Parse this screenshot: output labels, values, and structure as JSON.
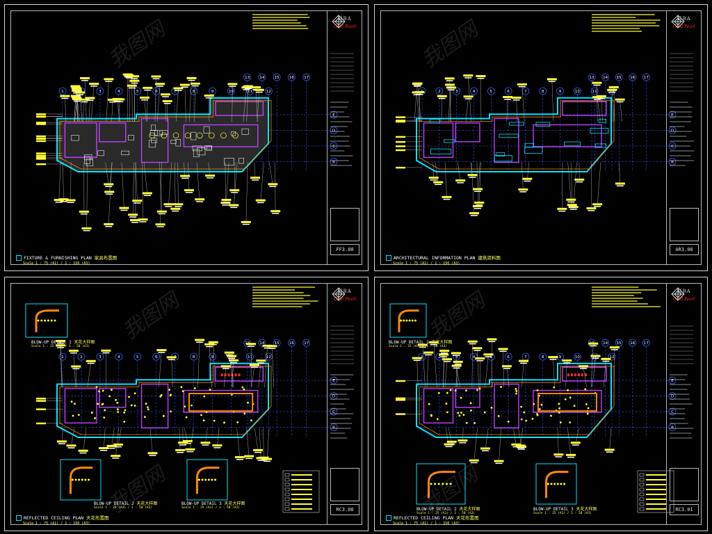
{
  "sheets": [
    {
      "id": "ff300",
      "title": "FIXTURE & FURNISHING PLAN",
      "title_cn": "家具布置图",
      "scale": "Scale 1 : 75 (A1) / 1 : 150 (A3)",
      "sheet_code": "FF3.00",
      "brand": "Gold Pearl",
      "logo_text": "HBA",
      "grid_numbers": [
        "1",
        "2",
        "3",
        "4",
        "5",
        "6",
        "7",
        "8",
        "9",
        "10",
        "11",
        "12",
        "13",
        "14",
        "15",
        "16",
        "17"
      ],
      "grid_letters": [
        "E",
        "D",
        "C",
        "B"
      ]
    },
    {
      "id": "ar300",
      "title": "ARCHITECTURAL INFORMATION PLAN",
      "title_cn": "建筑资料图",
      "scale": "Scale 1 : 75 (A1) / 1 : 150 (A3)",
      "sheet_code": "AR3.00",
      "brand": "Gold Pearl",
      "logo_text": "HBA",
      "grid_numbers": [
        "1",
        "2",
        "3",
        "4",
        "5",
        "6",
        "7",
        "8",
        "9",
        "10",
        "11",
        "12",
        "13",
        "14",
        "15",
        "16",
        "17"
      ],
      "grid_letters": [
        "E",
        "D",
        "C",
        "B"
      ]
    },
    {
      "id": "rc300",
      "title": "REFLECTED CEILING PLAN",
      "title_cn": "天花布置图",
      "scale": "Scale 1 : 75 (A1) / 1 : 150 (A3)",
      "sheet_code": "RC3.00",
      "brand": "Gold Pearl",
      "logo_text": "HBA",
      "details": [
        {
          "label": "BLOW-UP DETAIL 1",
          "cn": "天花大样图",
          "scale": "Scale 1 : 25 (A1) / 1 : 50 (A3)"
        },
        {
          "label": "BLOW-UP DETAIL 2",
          "cn": "天花大样图",
          "scale": "Scale 1 : 25 (A1) / 1 : 50 (A3)"
        },
        {
          "label": "BLOW-UP DETAIL 3",
          "cn": "天花大样图",
          "scale": "Scale 1 : 25 (A1) / 1 : 50 (A3)"
        }
      ],
      "grid_numbers": [
        "1",
        "2",
        "3",
        "4",
        "5",
        "6",
        "7",
        "8",
        "9",
        "10",
        "11",
        "12",
        "13",
        "14",
        "15",
        "16",
        "17"
      ],
      "grid_letters": [
        "E",
        "D",
        "C",
        "B"
      ]
    },
    {
      "id": "rc301",
      "title": "REFLECTED CEILING PLAN",
      "title_cn": "天花布置图",
      "scale": "Scale 1 : 75 (A1) / 1 : 150 (A3)",
      "sheet_code": "RC3.01",
      "brand": "Gold Pearl",
      "logo_text": "HBA",
      "details": [
        {
          "label": "BLOW-UP DETAIL 1",
          "cn": "天花大样图",
          "scale": "Scale 1 : 25 (A1) / 1 : 50 (A3)"
        },
        {
          "label": "BLOW-UP DETAIL 2",
          "cn": "天花大样图",
          "scale": "Scale 1 : 25 (A1) / 1 : 50 (A3)"
        },
        {
          "label": "BLOW-UP DETAIL 3",
          "cn": "天花大样图",
          "scale": "Scale 1 : 25 (A1) / 1 : 50 (A3)"
        }
      ],
      "grid_numbers": [
        "1",
        "2",
        "3",
        "4",
        "5",
        "6",
        "7",
        "8",
        "9",
        "10",
        "11",
        "12",
        "13",
        "14",
        "15",
        "16",
        "17"
      ],
      "grid_letters": [
        "E",
        "D",
        "C",
        "B"
      ]
    }
  ],
  "watermark": "我图网",
  "colors": {
    "background": "#000000",
    "sheet_border": "#d6d6d6",
    "wall_cyan": "#00e5ff",
    "annotation_yellow": "#ffff33",
    "room_magenta": "#c040ff",
    "furniture_white": "#e8e8e8",
    "grid_blue": "#3a5bff",
    "accent_orange": "#ff8800",
    "ceiling_red": "#ff2a2a",
    "teal": "#00a0a0"
  }
}
